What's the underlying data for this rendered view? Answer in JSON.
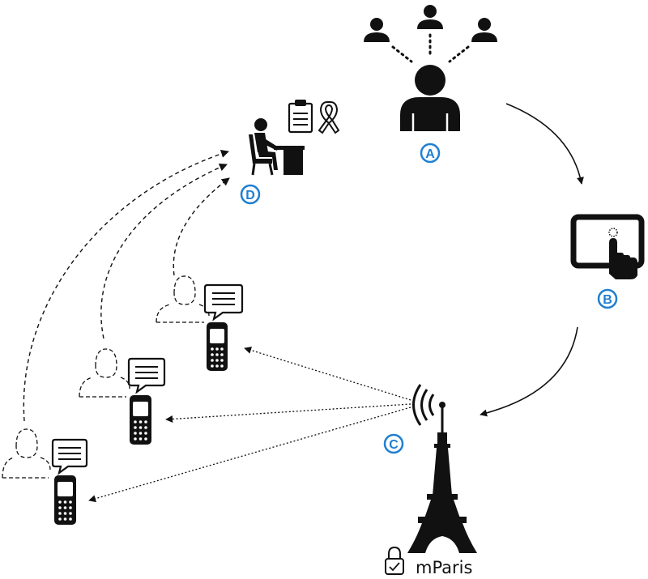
{
  "markers": {
    "a": "A",
    "b": "B",
    "c": "C",
    "d": "D"
  },
  "caption": "mParis",
  "colors": {
    "marker": "#1f7fd1",
    "ink": "#111111"
  },
  "icons": {
    "community": "people-group-icon",
    "tablet": "tablet-touch-icon",
    "tower": "eiffel-tower-antenna-icon",
    "lock": "padlock-icon",
    "clinic": "health-worker-desk-icon",
    "clipboard": "clipboard-icon",
    "ribbon": "awareness-ribbon-icon",
    "recipient": "person-outline-icon",
    "phone": "mobile-phone-icon",
    "message": "speech-bubble-icon"
  }
}
